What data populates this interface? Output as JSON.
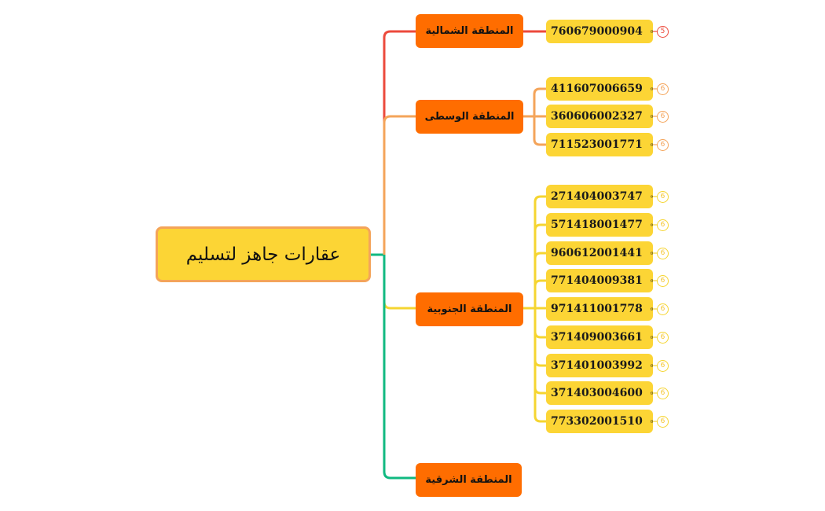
{
  "root": {
    "label": "عقارات جاهز لتسليم"
  },
  "colors": {
    "root_fill": "#fcd535",
    "root_border": "#f4a45a",
    "region_fill": "#ff6d00",
    "leaf_fill": "#fcd535",
    "north_line": "#ec4a3c",
    "middle_line": "#f4a45a",
    "south_line": "#f5d531",
    "east_line": "#10b981"
  },
  "regions": [
    {
      "label": "المنطقة الشمالية",
      "items": [
        {
          "number": "760679000904",
          "icon": "note-icon",
          "badge": "5"
        }
      ]
    },
    {
      "label": "المنطقة الوسطى",
      "items": [
        {
          "number": "411607006659",
          "icon": "note-icon",
          "badge": "6"
        },
        {
          "number": "360606002327",
          "icon": "note-icon",
          "badge": "6"
        },
        {
          "number": "711523001771",
          "icon": "note-icon",
          "badge": "6"
        }
      ]
    },
    {
      "label": "المنطقة الجنوبية",
      "items": [
        {
          "number": "271404003747",
          "icon": "more-icon",
          "badge": "6"
        },
        {
          "number": "571418001477",
          "icon": "more-icon",
          "badge": "6"
        },
        {
          "number": "960612001441",
          "icon": "note-icon",
          "badge": "6"
        },
        {
          "number": "771404009381",
          "icon": "note-icon",
          "badge": "6"
        },
        {
          "number": "971411001778",
          "icon": "note-icon",
          "badge": "6"
        },
        {
          "number": "371409003661",
          "icon": "note-icon",
          "badge": "6"
        },
        {
          "number": "371401003992",
          "icon": "note-icon",
          "badge": "6"
        },
        {
          "number": "371403004600",
          "icon": "note-icon",
          "badge": "6"
        },
        {
          "number": "773302001510",
          "icon": "note-icon",
          "badge": "6"
        }
      ]
    },
    {
      "label": "المنطقة الشرقية",
      "items": []
    }
  ]
}
